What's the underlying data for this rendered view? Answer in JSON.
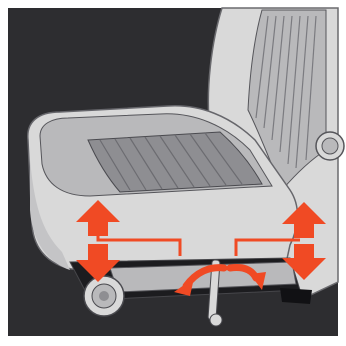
{
  "illustration": {
    "subject": "car-seat-adjustment",
    "icons": [
      "seat-cushion",
      "seat-backrest",
      "recline-knob",
      "height-knob",
      "height-adjust-lever",
      "front-height-arrow",
      "rear-height-arrow",
      "tilt-arc-arrow"
    ]
  },
  "colors": {
    "background": "#2d2d30",
    "frame": "#ffffff",
    "seat_light": "#d9d9d9",
    "seat_mid": "#b9b9bb",
    "seat_dark": "#8e8e92",
    "indicator": "#f04a24"
  }
}
